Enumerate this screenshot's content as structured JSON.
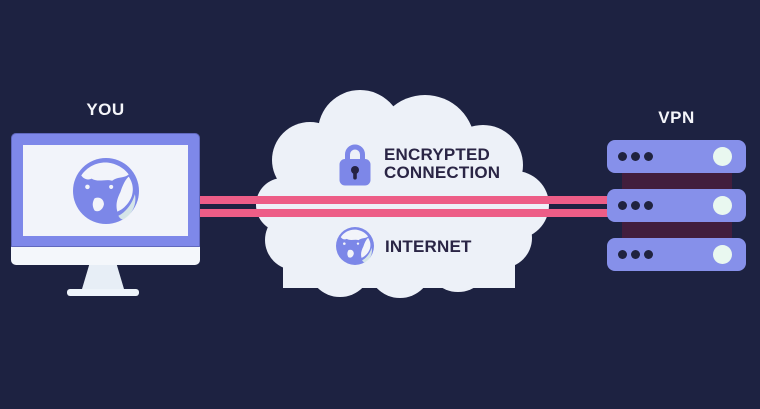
{
  "diagram_title": "VPN encrypted connection diagram",
  "client": {
    "label": "YOU",
    "icon": "globe-icon",
    "device": "desktop-monitor"
  },
  "cloud": {
    "encrypted_icon": "lock-icon",
    "encrypted_label_line1": "ENCRYPTED",
    "encrypted_label_line2": "CONNECTION",
    "internet_icon": "globe-icon",
    "internet_label": "INTERNET"
  },
  "vpn": {
    "label": "VPN",
    "server_units": 3,
    "indicator_dots_per_unit": 3,
    "status_light": "status-light-icon"
  },
  "connection": {
    "style": "double-line",
    "line_color": "#ed5d87"
  },
  "colors": {
    "background": "#1d2241",
    "periwinkle": "#7d87e8",
    "server_body": "#8690ea",
    "cloud_fill": "#edf1f8",
    "screen_fill": "#f2f4fa",
    "pink_line": "#ed5d87",
    "connector_dark": "#421e3d",
    "dark_text": "#2a2545",
    "light_text": "#f5f6fa",
    "server_light": "#e9f8f0",
    "monitor_chin": "#f4f7fb",
    "stand": "#e7eef6"
  }
}
